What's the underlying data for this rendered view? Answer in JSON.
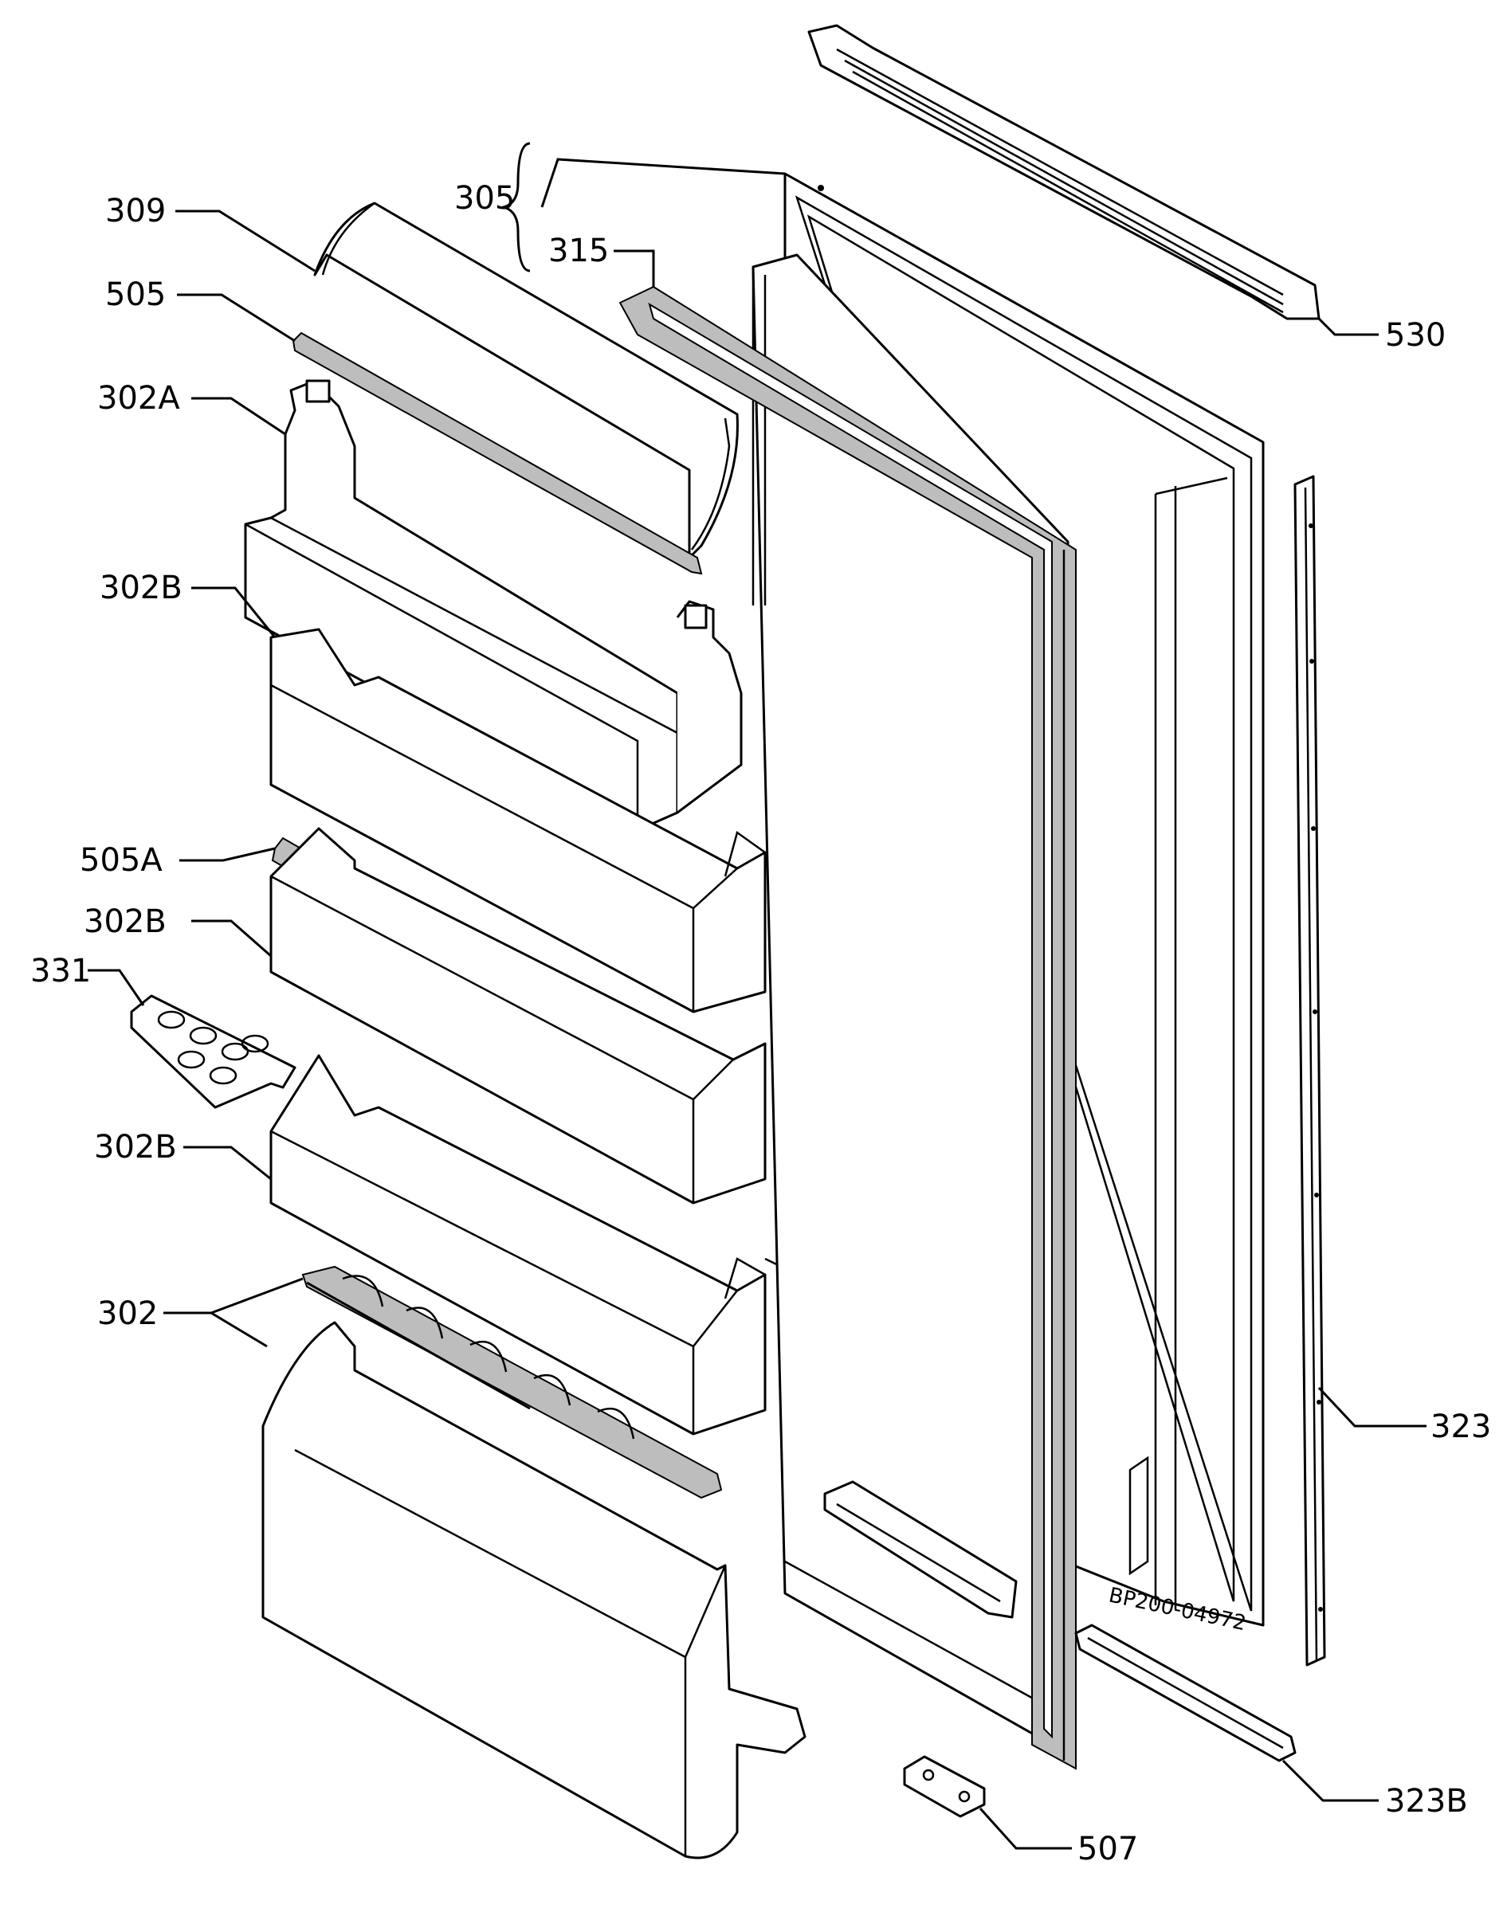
{
  "diagram": {
    "labels": {
      "l309": "309",
      "l505": "505",
      "l302A": "302A",
      "l302B_1": "302B",
      "l505A": "505A",
      "l302B_2": "302B",
      "l331": "331",
      "l302B_3": "302B",
      "l302": "302",
      "l305": "305",
      "l315": "315",
      "l530": "530",
      "l323": "323",
      "l323B": "323B",
      "l507": "507"
    },
    "drawing_code": "BP200-04972"
  }
}
